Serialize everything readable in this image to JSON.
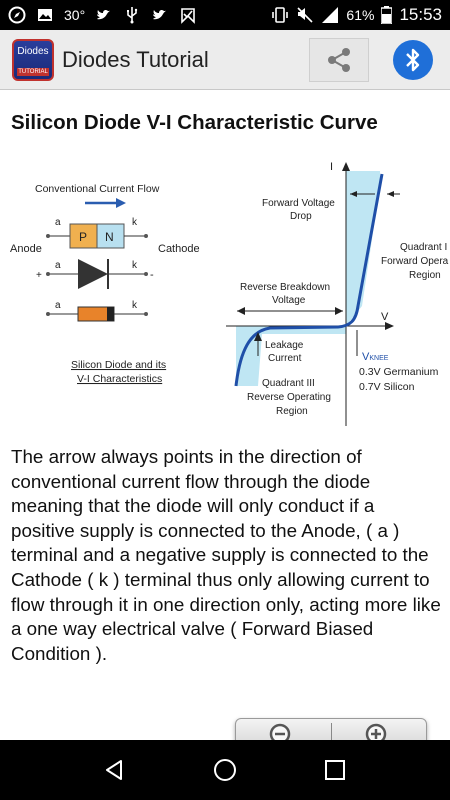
{
  "status_bar": {
    "temperature": "30°",
    "battery": "61%",
    "time": "15:53",
    "icons": [
      "compass-icon",
      "image-icon",
      "twitter-icon",
      "usb-icon",
      "twitter-icon",
      "check-flag-icon",
      "vibrate-icon",
      "mute-icon",
      "signal-icon",
      "battery-icon"
    ]
  },
  "app_bar": {
    "logo_text": "Diodes",
    "logo_sub": "TUTORIAL",
    "title": "Diodes Tutorial",
    "share_icon": "share-icon",
    "bluetooth_icon": "bluetooth-icon",
    "accent_color": "#1f6fd8"
  },
  "article": {
    "heading": "Silicon Diode V-I Characteristic Curve",
    "diagram": {
      "conventional_flow": "Conventional Current Flow",
      "anode": "Anode",
      "cathode": "Cathode",
      "a1": "a",
      "k1": "k",
      "p": "P",
      "n": "N",
      "a2": "a",
      "k2": "k",
      "plus": "+",
      "minus": "-",
      "a3": "a",
      "k3": "k",
      "caption1": "Silicon Diode and its",
      "caption2": "V-I Characteristics",
      "axis_i": "I",
      "axis_v": "V",
      "fwd_drop1": "Forward Voltage",
      "fwd_drop2": "Drop",
      "quadrant1_1": "Quadrant I",
      "quadrant1_2": "Forward Opera",
      "quadrant1_3": "Region",
      "rev_bd1": "Reverse Breakdown",
      "rev_bd2": "Voltage",
      "leak1": "Leakage",
      "leak2": "Current",
      "quadrant3_1": "Quadrant III",
      "quadrant3_2": "Reverse Operating",
      "quadrant3_3": "Region",
      "vknee_v": "V",
      "vknee_sub": "KNEE",
      "germanium": "0.3V Germanium",
      "silicon": "0.7V Silicon"
    },
    "paragraph": "The arrow always points in the direction of conventional current flow through the diode meaning that the diode will only conduct if a positive supply is connected to the Anode, ( a ) terminal and a negative supply is connected to the Cathode ( k ) terminal thus only allowing current to flow through it in one direction only, acting more like a one way electrical valve ( Forward Biased Condition )."
  },
  "zoom_controls": {
    "zoom_out_icon": "zoom-out-icon",
    "zoom_in_icon": "zoom-in-icon"
  },
  "nav_bar": {
    "back_icon": "back-icon",
    "home_icon": "home-icon",
    "recents_icon": "recents-icon"
  }
}
